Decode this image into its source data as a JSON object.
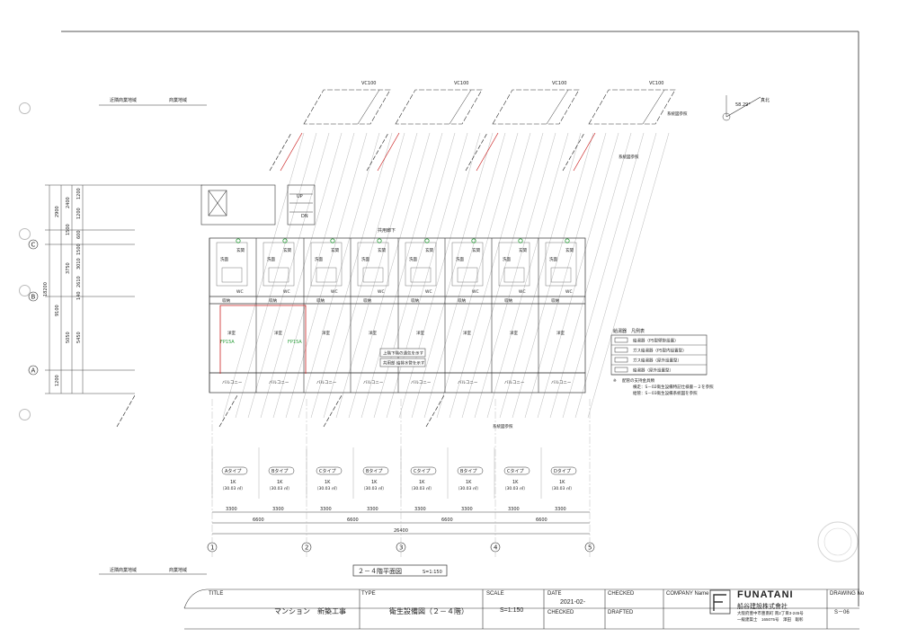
{
  "zoning": {
    "top_left": "近隣商業地域",
    "top_right": "商業地域",
    "bottom_left": "近隣商業地域",
    "bottom_right": "商業地域"
  },
  "pipe_labels": [
    "VC100",
    "VC100",
    "VC100",
    "VC100"
  ],
  "refs": {
    "ref1": "系統図参照",
    "ref2": "系統図参照",
    "ref3": "系統図参照"
  },
  "north_angle": "58.29°",
  "grid_rows": [
    "C",
    "B",
    "A"
  ],
  "grid_cols": [
    "1",
    "2",
    "3",
    "4",
    "5"
  ],
  "dims_left": {
    "outer": "18200",
    "d9100": "9100",
    "d2900": "2900",
    "d2400": "2400",
    "d1200a": "1200",
    "d1200b": "1200",
    "d600": "600",
    "d1500": "1500",
    "d3750": "3750",
    "d3010": "3010",
    "d1500b": "1500",
    "d2610": "2610",
    "d140": "140",
    "d5050": "5050",
    "d5450": "5450",
    "d1200c": "1200"
  },
  "stair_labels": {
    "up": "UP",
    "dn": "DN"
  },
  "corridor_label": "共用廊下",
  "units": [
    {
      "type": "Aタイプ",
      "plan": "1K",
      "area": "（30.03 ㎡）"
    },
    {
      "type": "Bタイプ",
      "plan": "1K",
      "area": "（30.03 ㎡）"
    },
    {
      "type": "Cタイプ",
      "plan": "1K",
      "area": "（30.03 ㎡）"
    },
    {
      "type": "Bタイプ",
      "plan": "1K",
      "area": "（30.03 ㎡）"
    },
    {
      "type": "Cタイプ",
      "plan": "1K",
      "area": "（30.03 ㎡）"
    },
    {
      "type": "Bタイプ",
      "plan": "1K",
      "area": "（30.03 ㎡）"
    },
    {
      "type": "Cタイプ",
      "plan": "1K",
      "area": "（30.03 ㎡）"
    },
    {
      "type": "Dタイプ",
      "plan": "1K",
      "area": "（30.03 ㎡）"
    }
  ],
  "room_labels": {
    "yoshitsu": "洋室",
    "balcony": "バルコニー",
    "storage": "収納",
    "wc": "WC",
    "entry": "玄関",
    "washroom": "洗面",
    "fp": "FP15A"
  },
  "dims_bottom": {
    "d3300": "3300",
    "d6600": "6600",
    "d26400": "26400"
  },
  "note_box": "上階下階の通気を示す",
  "note_box2": "共用部 給排水管を示す",
  "legend": {
    "title": "給湯器　凡例表",
    "items": [
      "給湯器（PS型壁掛設置）",
      "ガス給湯器（PS型内設置型）",
      "ガス給湯器（屋外設置型）",
      "給湯器（屋外設置型）"
    ],
    "note_mark": "※",
    "note_head": "配管の支持金具類",
    "note1": "横走：S－02衛生設備特記仕様書－２を参照",
    "note2": "給管：S－03衛生設備系統図を参照"
  },
  "plan_title": "２－４階平面図",
  "plan_scale": "S=1:150",
  "title_block": {
    "title_lbl": "TITLE",
    "type_lbl": "TYPE",
    "scale_lbl": "SCALE",
    "date_lbl": "DATE",
    "checked_lbl": "CHECKED",
    "checked2_lbl": "CHECKED",
    "drafted_lbl": "DRAFTED",
    "company_lbl": "COMPANY Name",
    "drawing_lbl": "DRAWING No",
    "project": "マンション　新築工事",
    "drawing_title": "衛生設備図（２－４階）",
    "scale": "S=1:150",
    "date": "2021-02-",
    "company_logo": "FUNATANI",
    "company_name": "船谷建設株式會社",
    "company_addr": "大阪府豊中市豊南町 南2丁目3-245号",
    "company_reg": "一級建築士　165075号　澤田　聡彰",
    "drawing_no": "S－06"
  }
}
